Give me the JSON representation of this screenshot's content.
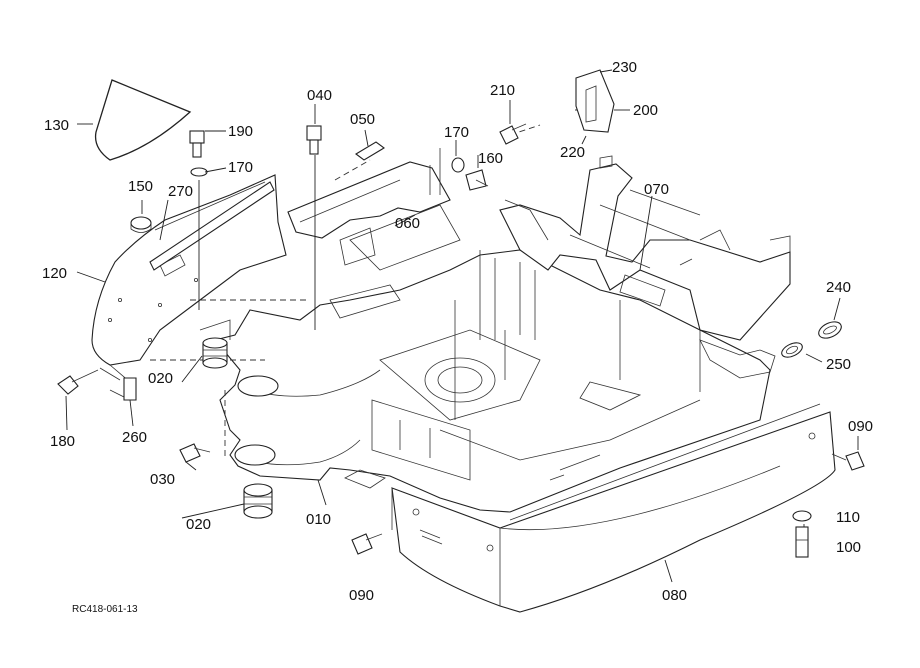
{
  "drawing_code": "RC418-061-13",
  "callouts": {
    "p010": "010",
    "p020a": "020",
    "p020b": "020",
    "p030": "030",
    "p040": "040",
    "p050": "050",
    "p060": "060",
    "p070": "070",
    "p080": "080",
    "p090a": "090",
    "p090b": "090",
    "p100": "100",
    "p110": "110",
    "p120": "120",
    "p130": "130",
    "p150": "150",
    "p160": "160",
    "p170a": "170",
    "p170b": "170",
    "p180": "180",
    "p190": "190",
    "p200": "200",
    "p210": "210",
    "p220": "220",
    "p230": "230",
    "p240": "240",
    "p250": "250",
    "p260": "260",
    "p270": "270"
  }
}
